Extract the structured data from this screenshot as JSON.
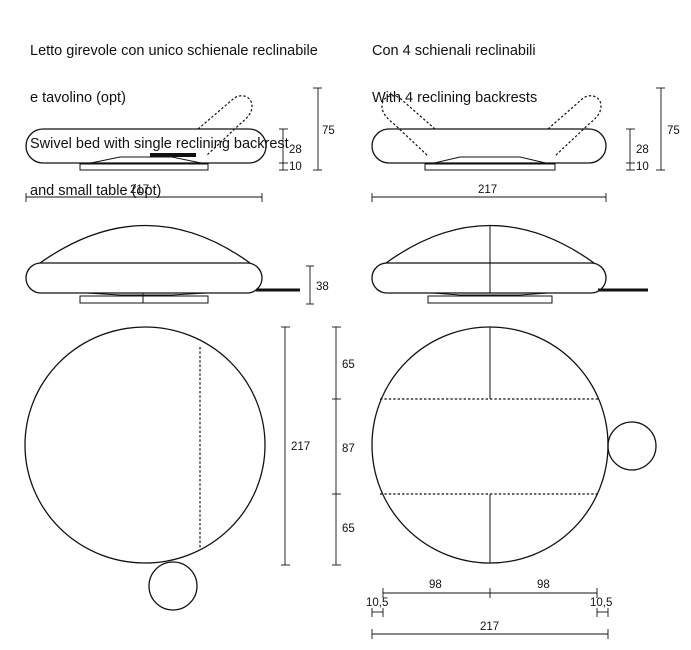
{
  "captions": {
    "left": [
      "Letto girevole con unico schienale reclinabile",
      "e tavolino (opt)",
      "Swivel bed with single reclining backrest",
      "and small table (opt)"
    ],
    "right": [
      "Con 4 schienali reclinabili",
      "With 4 reclining backrests"
    ]
  },
  "dims": {
    "left_side_height": "75",
    "left_side_seat": "28",
    "left_side_base": "10",
    "left_side_width": "217",
    "left_front_height": "38",
    "left_top_diameter": "217",
    "right_side_height": "75",
    "right_side_seat": "28",
    "right_side_base": "10",
    "right_side_width": "217",
    "right_top_upper": "65",
    "right_top_middle": "87",
    "right_top_lower": "65",
    "right_top_half_left": "98",
    "right_top_half_right": "98",
    "right_top_margin_left": "10,5",
    "right_top_margin_right": "10,5",
    "right_top_width": "217"
  }
}
